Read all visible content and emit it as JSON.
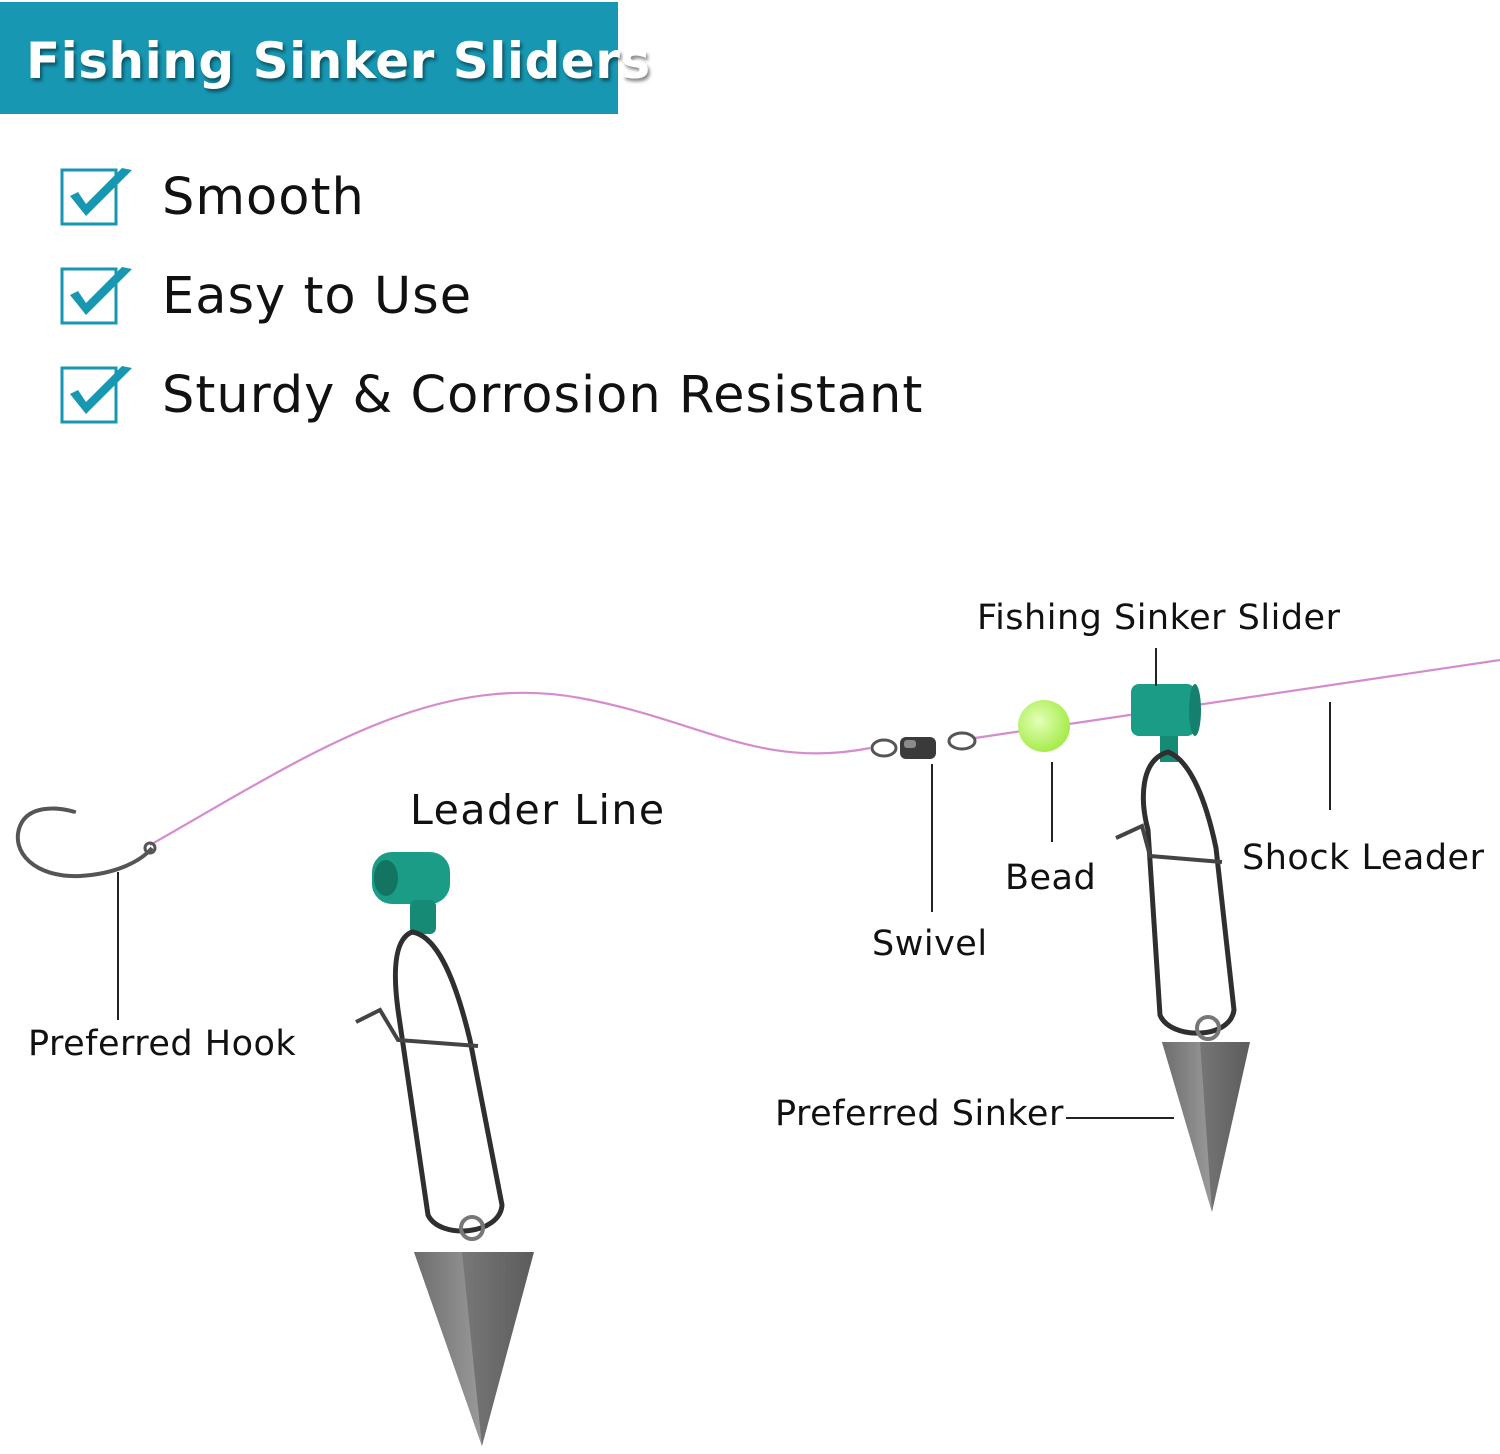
{
  "header": {
    "title": "Fishing Sinker Sliders",
    "background": "#1797b2"
  },
  "features": [
    {
      "label": "Smooth",
      "icon": "checkbox-checked-icon"
    },
    {
      "label": "Easy to Use",
      "icon": "checkbox-checked-icon"
    },
    {
      "label": "Sturdy & Corrosion Resistant",
      "icon": "checkbox-checked-icon"
    }
  ],
  "diagram": {
    "labels": {
      "leader_line": "Leader Line",
      "preferred_hook": "Preferred Hook",
      "swivel": "Swivel",
      "bead": "Bead",
      "fishing_sinker_slider": "Fishing Sinker Slider",
      "shock_leader": "Shock Leader",
      "preferred_sinker": "Preferred Sinker"
    },
    "colors": {
      "line": "#d58bd0",
      "slider": "#1a9c86",
      "bead": "#b8f26a",
      "sinker": "#7a7a7a",
      "check": "#1797b2"
    }
  }
}
